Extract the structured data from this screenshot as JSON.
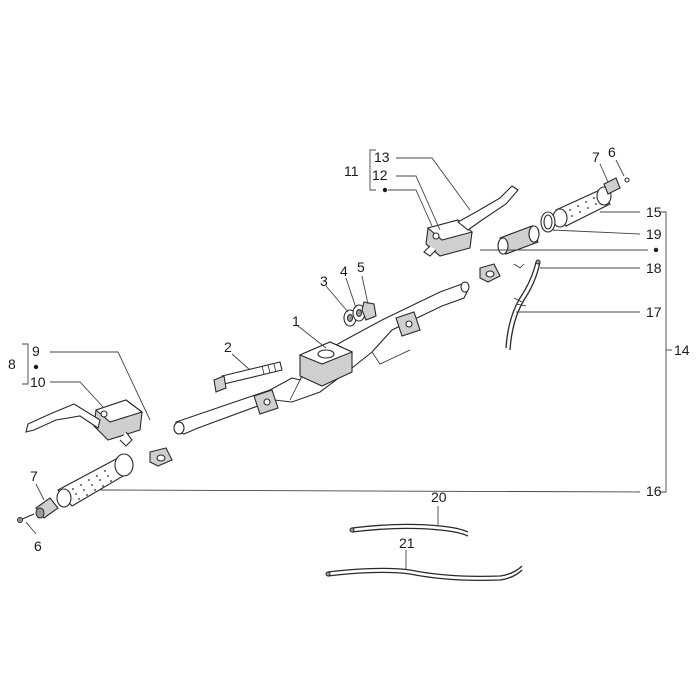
{
  "diagram": {
    "callouts": [
      {
        "id": "1",
        "text": "1"
      },
      {
        "id": "2",
        "text": "2"
      },
      {
        "id": "3",
        "text": "3"
      },
      {
        "id": "4",
        "text": "4"
      },
      {
        "id": "5",
        "text": "5"
      },
      {
        "id": "6a",
        "text": "6"
      },
      {
        "id": "6b",
        "text": "6"
      },
      {
        "id": "7a",
        "text": "7"
      },
      {
        "id": "7b",
        "text": "7"
      },
      {
        "id": "8",
        "text": "8"
      },
      {
        "id": "9",
        "text": "9"
      },
      {
        "id": "10",
        "text": "10"
      },
      {
        "id": "11",
        "text": "11"
      },
      {
        "id": "12",
        "text": "12"
      },
      {
        "id": "13",
        "text": "13"
      },
      {
        "id": "14",
        "text": "14"
      },
      {
        "id": "15",
        "text": "15"
      },
      {
        "id": "16",
        "text": "16"
      },
      {
        "id": "17",
        "text": "17"
      },
      {
        "id": "18",
        "text": "18"
      },
      {
        "id": "19",
        "text": "19"
      },
      {
        "id": "20",
        "text": "20"
      },
      {
        "id": "21",
        "text": "21"
      }
    ]
  }
}
